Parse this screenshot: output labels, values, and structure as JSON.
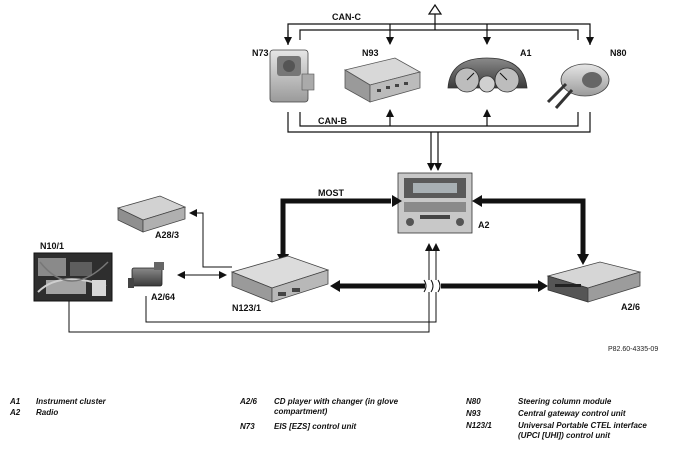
{
  "buses": {
    "can_c": "CAN-C",
    "can_b": "CAN-B",
    "most": "MOST"
  },
  "components": {
    "n73": "N73",
    "n93": "N93",
    "a1": "A1",
    "n80": "N80",
    "a2": "A2",
    "a28_3": "A28/3",
    "a2_64": "A2/64",
    "n10_1": "N10/1",
    "n123_1": "N123/1",
    "a2_6": "A2/6"
  },
  "reference_code": "P82.60-4335-09",
  "legend": [
    {
      "code": "A1",
      "desc": "Instrument cluster"
    },
    {
      "code": "A2",
      "desc": "Radio"
    },
    {
      "code": "A2/6",
      "desc": "CD player with changer (in glove compartment)"
    },
    {
      "code": "N73",
      "desc": "EIS [EZS] control unit"
    },
    {
      "code": "N80",
      "desc": "Steering column module"
    },
    {
      "code": "N93",
      "desc": "Central gateway control unit"
    },
    {
      "code": "N123/1",
      "desc": "Universal Portable CTEL interface (UPCI [UHI]) control unit"
    }
  ]
}
